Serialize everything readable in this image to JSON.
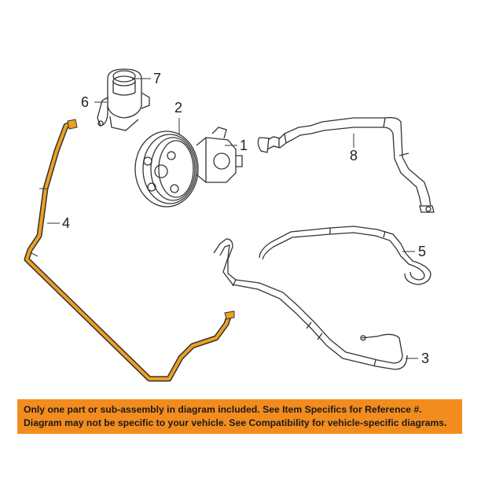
{
  "callouts": {
    "c1": "1",
    "c2": "2",
    "c3": "3",
    "c4": "4",
    "c5": "5",
    "c6": "6",
    "c7": "7",
    "c8": "8"
  },
  "notice": {
    "line1": "Only one part or sub-assembly in diagram included. See Item Specifics for Reference #.",
    "line2": "Diagram may not be specific to your vehicle. See Compatibility for vehicle-specific diagrams."
  },
  "colors": {
    "highlight_part": "#f0a020",
    "notice_background": "#f28c1e",
    "line_art": "#333333"
  }
}
